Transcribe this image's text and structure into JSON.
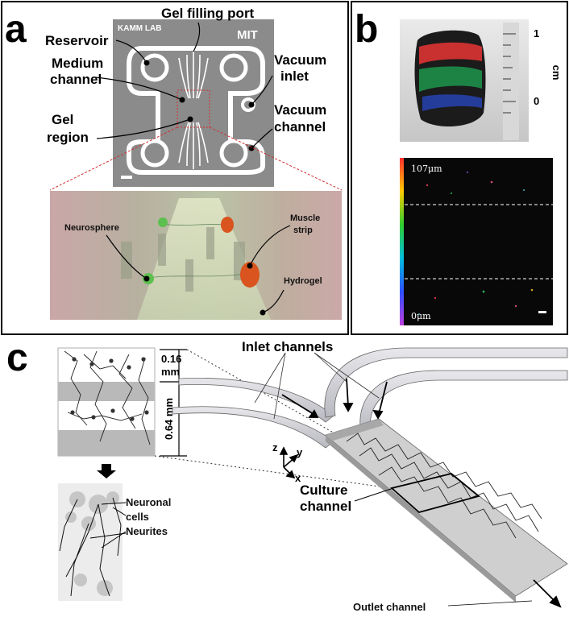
{
  "panel_labels": {
    "a": "a",
    "b": "b",
    "c": "c"
  },
  "panel_a": {
    "chip_title": "KAMM LAB",
    "chip_logo": "MIT",
    "labels": {
      "gel_filling_port": "Gel filling port",
      "reservoir": "Reservoir",
      "medium_line1": "Medium",
      "medium_line2": "channel",
      "vacuum_inlet_line1": "Vacuum",
      "vacuum_inlet_line2": "inlet",
      "gel_region_line1": "Gel",
      "gel_region_line2": "region",
      "vacuum_channel_line1": "Vacuum",
      "vacuum_channel_line2": "channel"
    },
    "inset": {
      "neurosphere": "Neurosphere",
      "muscle_line1": "Muscle",
      "muscle_line2": "strip",
      "hydrogel": "Hydrogel"
    }
  },
  "panel_b": {
    "ruler_ticks": [
      "1",
      "0"
    ],
    "ruler_unit": "cm",
    "depth_top": "107μm",
    "depth_bottom": "0μm"
  },
  "panel_c": {
    "dim_small_line1": "0.16",
    "dim_small_line2": "mm",
    "dim_large": "0.64 mm",
    "inlet_channels": "Inlet channels",
    "neuronal_line1": "Neuronal",
    "neuronal_line2": "cells",
    "neurites": "Neurites",
    "culture_line1": "Culture",
    "culture_line2": "channel",
    "outlet_channel": "Outlet channel",
    "axes": {
      "z": "z",
      "y": "y",
      "x": "x"
    }
  },
  "colors": {
    "chip_gray": "#8b8b8b",
    "inset_pink": "#c9a9a9",
    "inset_green": "#b9c2a6",
    "muscle_orange": "#d9541e",
    "neuro_green": "#5cc04e",
    "guide_red": "#d22f2f"
  }
}
